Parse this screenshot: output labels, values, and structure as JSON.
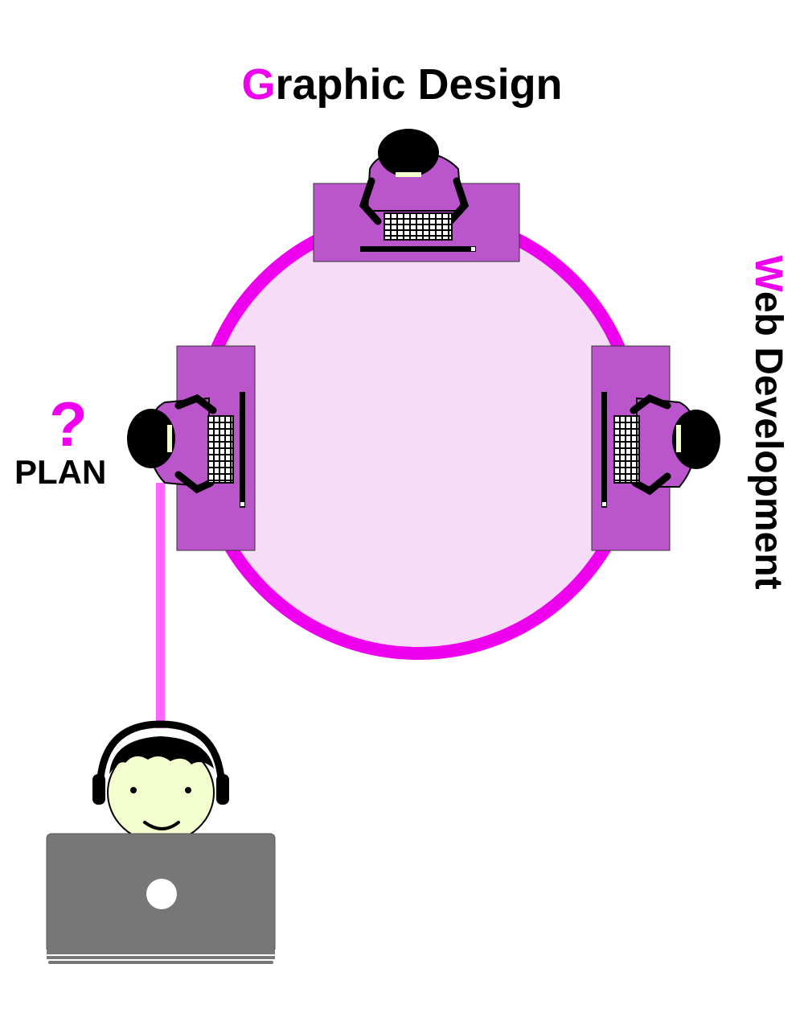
{
  "labels": {
    "top_accent": "G",
    "top_rest": "raphic Design",
    "side_accent": "W",
    "side_rest": "eb Development",
    "plan_mark": "?",
    "plan_text": "PLAN"
  },
  "colors": {
    "accent": "#ee00ee",
    "desk": "#bb55cc",
    "table_fill": "#f7dcf7",
    "person_body": "#bb55cc",
    "connector": "#ff66ff",
    "laptop": "#777777",
    "face": "#f4ffd0"
  }
}
